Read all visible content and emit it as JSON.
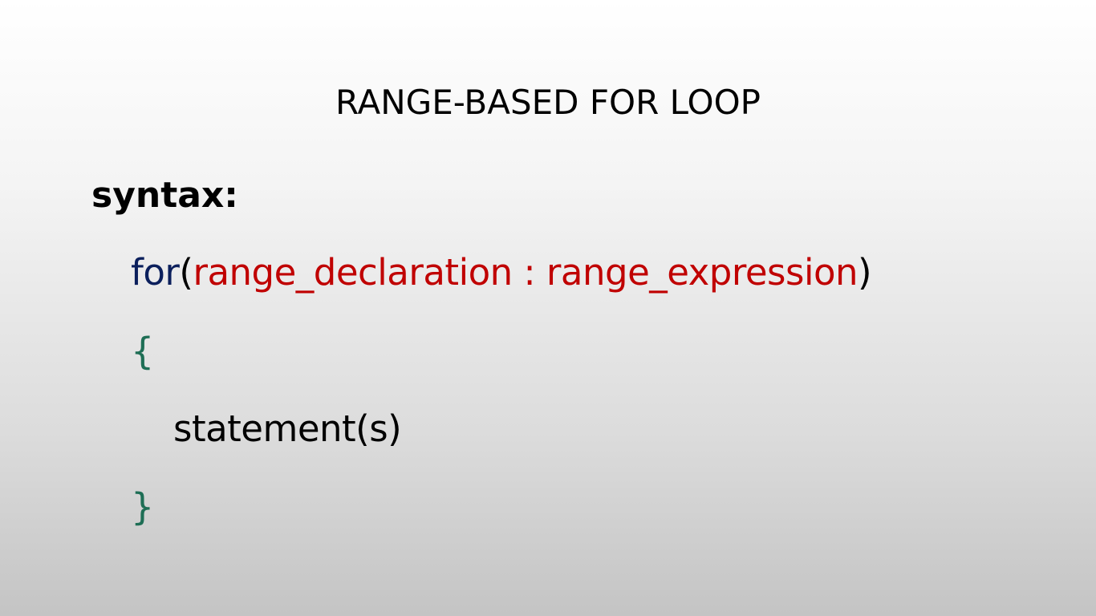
{
  "slide": {
    "title": "RANGE-BASED FOR LOOP",
    "syntax_label": "syntax:",
    "code": {
      "keyword": "for",
      "open_paren": "(",
      "declaration": "range_declaration",
      "separator": " : ",
      "expression": "range_expression",
      "close_paren": ")",
      "open_brace": "{",
      "statement": "statement(s)",
      "close_brace": "}"
    }
  },
  "colors": {
    "keyword": "#0b1f5c",
    "parameters": "#c00000",
    "braces": "#1e6e55",
    "text": "#000000"
  }
}
